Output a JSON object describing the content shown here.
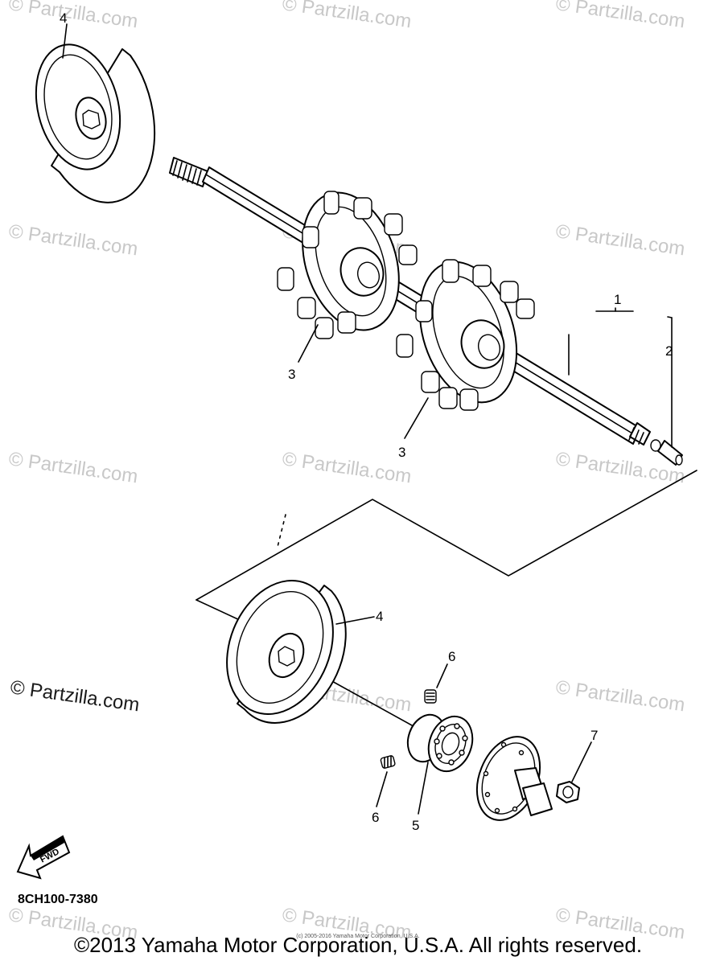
{
  "watermark": {
    "text": "© Partzilla.com",
    "color": "#c8c8c8",
    "strong_color": "#1a1a1a"
  },
  "callouts": {
    "shaft": "1",
    "plug": "2",
    "sprocket_left": "3",
    "sprocket_right": "3",
    "wheel_top": "4",
    "wheel_bottom": "4",
    "bearing": "5",
    "set_screw_top": "6",
    "set_screw_bottom": "6",
    "nut": "7"
  },
  "fwd_label": "FWD",
  "diagram_code": "8CH100-7380",
  "small_copyright": "(c) 2005-2016 Yamaha Motor Corporation, U.S.A.",
  "copyright": "©2013 Yamaha Motor Corporation, U.S.A. All rights reserved."
}
